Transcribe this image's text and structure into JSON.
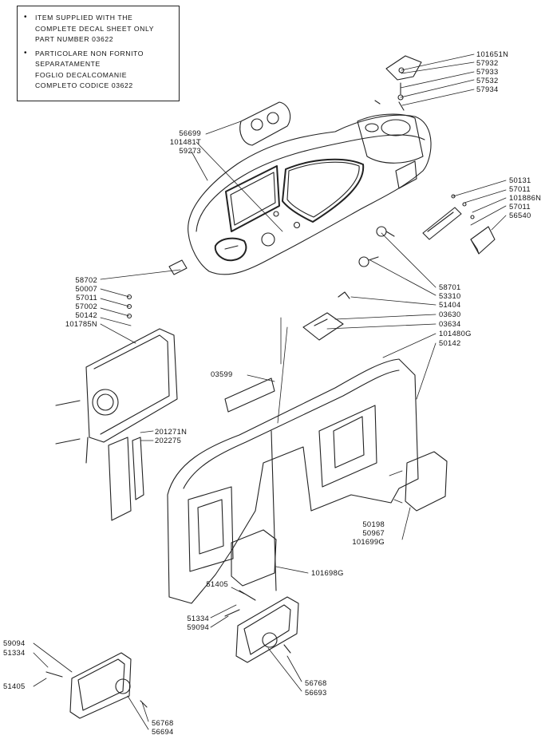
{
  "notes": [
    {
      "bullet": "•",
      "text": "ITEM SUPPLIED WITH THE\nCOMPLETE DECAL SHEET ONLY\nPART NUMBER 03622"
    },
    {
      "bullet": "•",
      "text": "PARTICOLARE NON FORNITO\nSEPARATAMENTE\nFOGLIO DECALCOMANIE\nCOMPLETO CODICE 03622"
    }
  ],
  "labels": {
    "p101651N": "101651N",
    "p57932": "57932",
    "p57933": "57933",
    "p57532": "57532",
    "p57934": "57934",
    "p56699": "56699",
    "p101481T": "101481T",
    "p59273": "59273",
    "p50131": "50131",
    "p57011a": "57011",
    "p101886N": "101886N",
    "p57011b": "57011",
    "p56540": "56540",
    "p58702": "58702",
    "p50007": "50007",
    "p57011c": "57011",
    "p57002": "57002",
    "p50142a": "50142",
    "p101785N": "101785N",
    "p58701": "58701",
    "p53310": "53310",
    "p51404": "51404",
    "p03630": "03630",
    "p03634": "03634",
    "p101480G": "101480G",
    "p50142b": "50142",
    "p03599": "03599",
    "p201271N": "201271N",
    "p202275": "202275",
    "p50198": "50198",
    "p50967": "50967",
    "p101699G": "101699G",
    "p101698G": "101698G",
    "p51405a": "51405",
    "p51334a": "51334",
    "p59094a": "59094",
    "p59094b": "59094",
    "p51334b": "51334",
    "p51405b": "51405",
    "p56768a": "56768",
    "p56693": "56693",
    "p56768b": "56768",
    "p56694": "56694"
  }
}
